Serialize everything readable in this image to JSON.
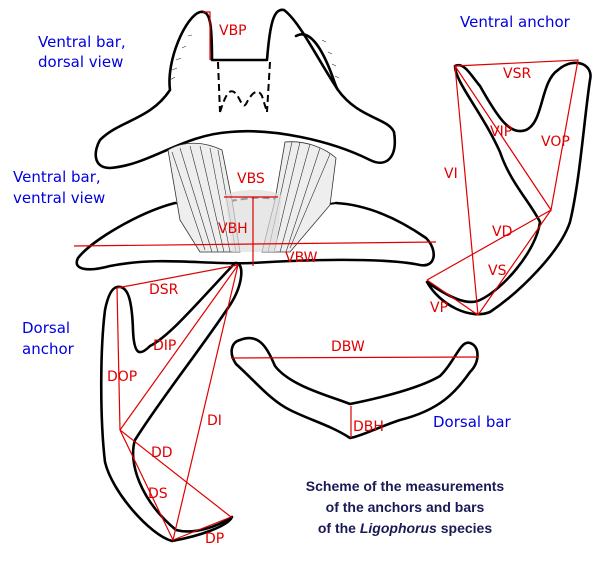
{
  "structures": {
    "ventral_bar_dorsal": [
      "Ventral bar,",
      "dorsal view"
    ],
    "ventral_bar_ventral": [
      "Ventral bar,",
      "ventral view"
    ],
    "ventral_anchor": "Ventral anchor",
    "dorsal_anchor": [
      "Dorsal",
      "anchor"
    ],
    "dorsal_bar": "Dorsal bar"
  },
  "measurements": {
    "VBP": "VBP",
    "VBS": "VBS",
    "VBH": "VBH",
    "VBW": "VBW",
    "VSR": "VSR",
    "VIP": "VIP",
    "VOP": "VOP",
    "VI": "VI",
    "VD": "VD",
    "VS": "VS",
    "VP": "VP",
    "DSR": "DSR",
    "DIP": "DIP",
    "DOP": "DOP",
    "DI": "DI",
    "DD": "DD",
    "DS": "DS",
    "DP": "DP",
    "DBW": "DBW",
    "DBH": "DBH"
  },
  "caption": {
    "line1": "Scheme of the measurements",
    "line2": "of the anchors and bars",
    "line3_pre": "of the ",
    "line3_genus": "Ligophorus",
    "line3_post": " species"
  },
  "colors": {
    "measure": "#e00000",
    "structure_label": "#0000e0",
    "caption": "#1a1a55"
  }
}
